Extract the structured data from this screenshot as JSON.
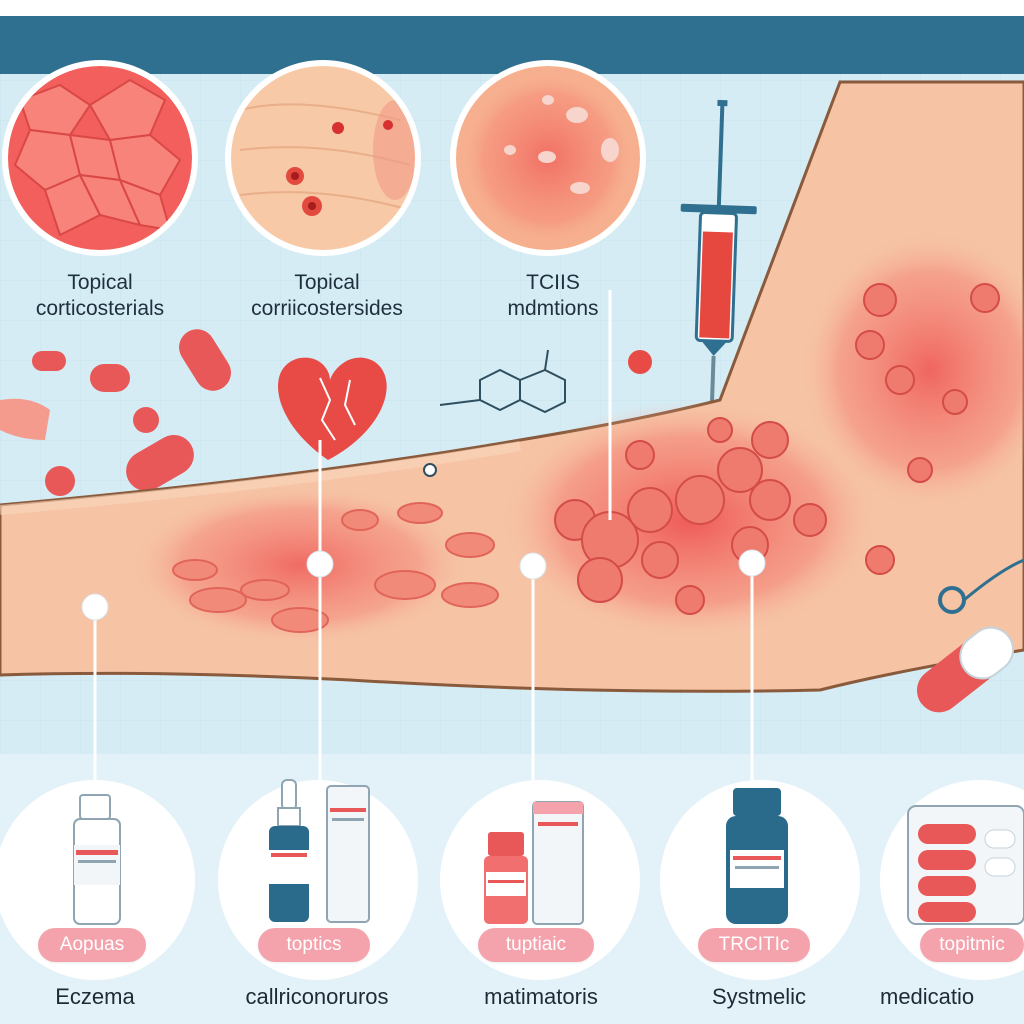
{
  "top_labels": [
    {
      "line1": "Topical",
      "line2": "corticosterials"
    },
    {
      "line1": "Topical",
      "line2": "corriicostersides"
    },
    {
      "line1": "TCIIS",
      "line2": "mdmtions"
    }
  ],
  "treatments": [
    {
      "tag": "Aopuas",
      "caption": "Eczema"
    },
    {
      "tag": "toptics",
      "caption": "callriconoruros"
    },
    {
      "tag": "tuptiaic",
      "caption": "matimatoris"
    },
    {
      "tag": "TRCITIc",
      "caption": "Systmelic"
    },
    {
      "tag": "topitmic",
      "caption": "medicatio"
    }
  ],
  "colors": {
    "header_bar": "#2f6f8f",
    "background": "#d5ecf5",
    "skin": "#f6c3a5",
    "rash": "#ee5a5a",
    "pill_tag": "#f4a3ad"
  },
  "icons": [
    "skin-closeup-icon",
    "syringe-icon",
    "heart-icon",
    "capsule-icon",
    "bottle-icon",
    "tube-icon",
    "blister-pack-icon",
    "stethoscope-icon",
    "molecule-icon"
  ]
}
